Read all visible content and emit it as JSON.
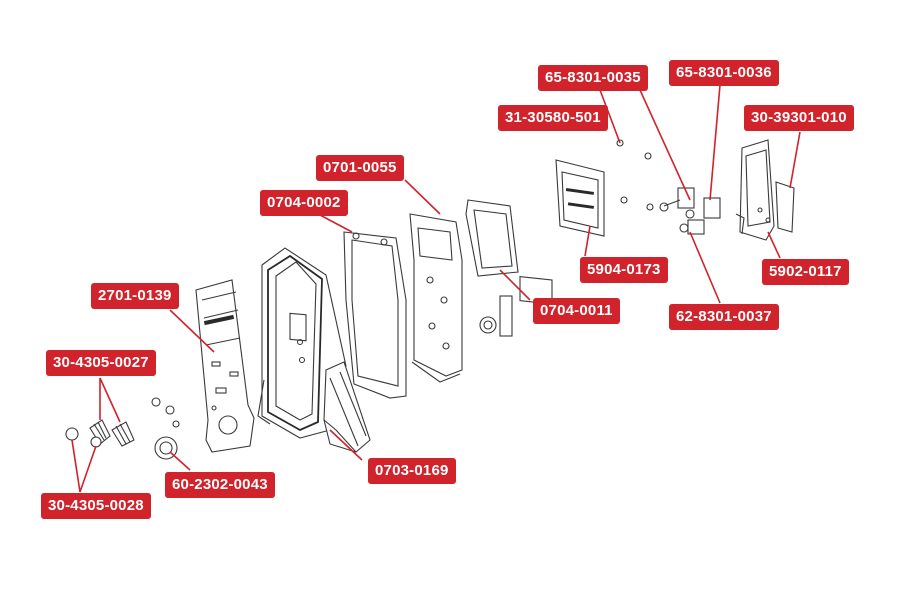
{
  "diagram": {
    "type": "exploded-parts-diagram",
    "accent_color": "#d0232b",
    "line_color": "#3a3a3a",
    "callouts": {
      "c65_8301_0035": "65-8301-0035",
      "c65_8301_0036": "65-8301-0036",
      "c31_30580_501": "31-30580-501",
      "c30_39301_010": "30-39301-010",
      "c0701_0055": "0701-0055",
      "c0704_0002": "0704-0002",
      "c5904_0173": "5904-0173",
      "c5902_0117": "5902-0117",
      "c2701_0139": "2701-0139",
      "c0704_0011": "0704-0011",
      "c62_8301_0037": "62-8301-0037",
      "c30_4305_0027": "30-4305-0027",
      "c0703_0169": "0703-0169",
      "c60_2302_0043": "60-2302-0043",
      "c30_4305_0028": "30-4305-0028"
    }
  }
}
